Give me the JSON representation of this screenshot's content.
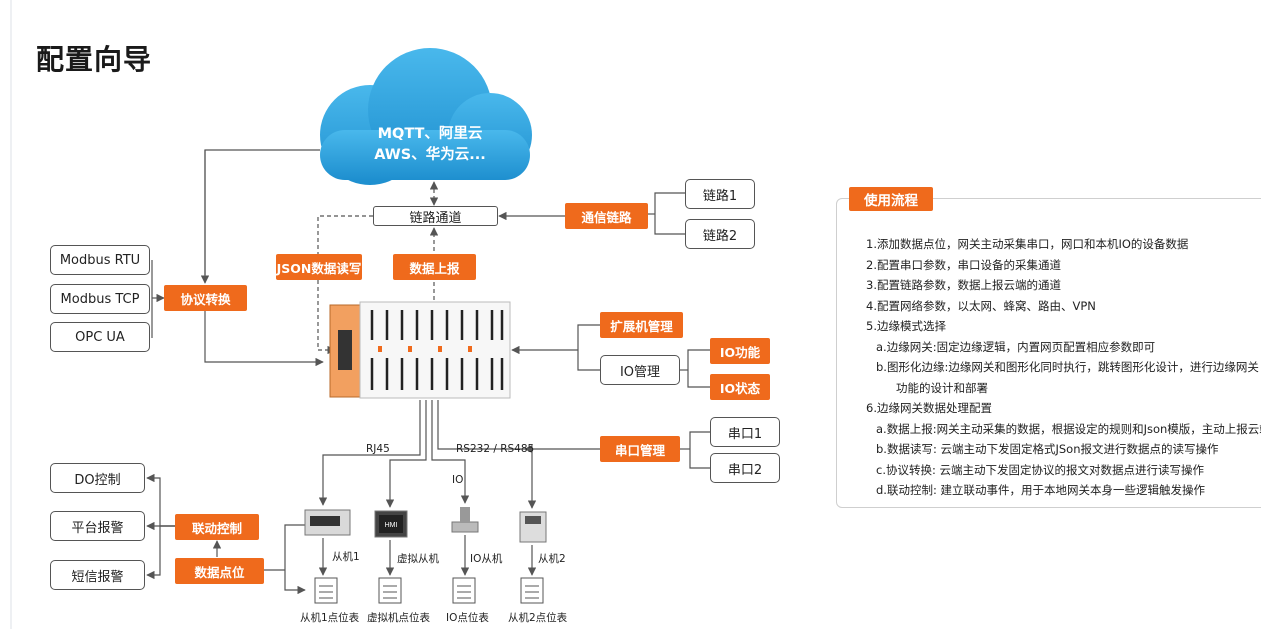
{
  "page_title": "配置向导",
  "cloud": {
    "line1": "MQTT、阿里云",
    "line2": "AWS、华为云..."
  },
  "boxes": {
    "link_channel": "链路通道",
    "link1": "链路1",
    "link2": "链路2",
    "modbus_rtu": "Modbus RTU",
    "modbus_tcp": "Modbus TCP",
    "opc_ua": "OPC UA",
    "io_manage": "IO管理",
    "serial1": "串口1",
    "serial2": "串口2",
    "do_control": "DO控制",
    "platform_alarm": "平台报警",
    "sms_alarm": "短信报警"
  },
  "tags": {
    "comm_link": "通信链路",
    "json_rw": "JSON数据读写",
    "data_report": "数据上报",
    "protocol_convert": "协议转换",
    "expansion_manage": "扩展机管理",
    "io_function": "IO功能",
    "io_status": "IO状态",
    "serial_manage": "串口管理",
    "linkage_control": "联动控制",
    "data_points": "数据点位"
  },
  "labels": {
    "rj45": "RJ45",
    "rs": "RS232 / RS485",
    "io": "IO",
    "hmi": "HMI",
    "slave1": "从机1",
    "virtual_slave": "虚拟从机",
    "io_slave": "IO从机",
    "slave2": "从机2",
    "table1": "从机1点位表",
    "table_virtual": "虚拟机点位表",
    "table_io": "IO点位表",
    "table2": "从机2点位表"
  },
  "usage": {
    "title": "使用流程",
    "steps": [
      {
        "text": "1.添加数据点位，网关主动采集串口，网口和本机IO的设备数据",
        "level": 0
      },
      {
        "text": "2.配置串口参数，串口设备的采集通道",
        "level": 0
      },
      {
        "text": "3.配置链路参数，数据上报云端的通道",
        "level": 0
      },
      {
        "text": "4.配置网络参数，以太网、蜂窝、路由、VPN",
        "level": 0
      },
      {
        "text": "5.边缘模式选择",
        "level": 0
      },
      {
        "text": "a.边缘网关:固定边缘逻辑，内置网页配置相应参数即可",
        "level": 1
      },
      {
        "text": "b.图形化边缘:边缘网关和图形化同时执行，跳转图形化设计，进行边缘网关",
        "level": 1
      },
      {
        "text": "功能的设计和部署",
        "level": 2
      },
      {
        "text": "6.边缘网关数据处理配置",
        "level": 0
      },
      {
        "text": "a.数据上报:网关主动采集的数据，根据设定的规则和Json模版，主动上报云端",
        "level": 1
      },
      {
        "text": "b.数据读写: 云端主动下发固定格式JSon报文进行数据点的读写操作",
        "level": 1
      },
      {
        "text": "c.协议转换: 云端主动下发固定协议的报文对数据点进行读写操作",
        "level": 1
      },
      {
        "text": "d.联动控制: 建立联动事件，用于本地网关本身一些逻辑触发操作",
        "level": 1
      }
    ]
  },
  "colors": {
    "accent": "#ef6a1c",
    "cloud": "#34a8e0",
    "line": "#555555"
  }
}
